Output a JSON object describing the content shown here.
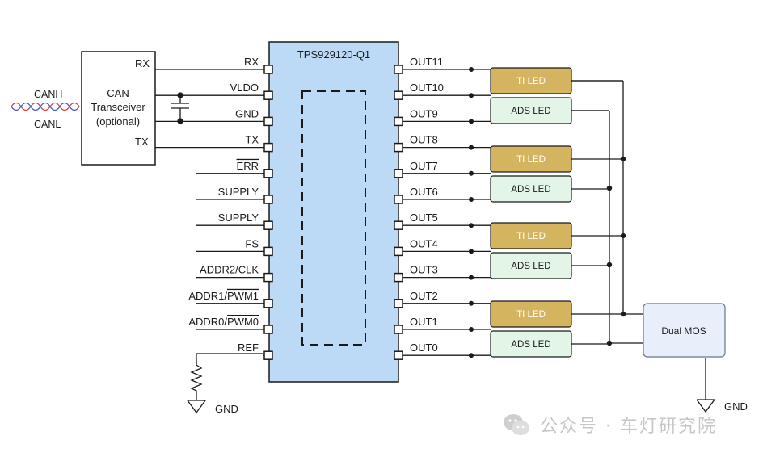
{
  "chip": {
    "title": "TPS929120-Q1",
    "left_pins": [
      "RX",
      "VLDO",
      "GND",
      "TX",
      "ERR",
      "SUPPLY",
      "SUPPLY",
      "FS",
      "ADDR2/CLK",
      "ADDR1/PWM1",
      "ADDR0/PWM0",
      "REF"
    ],
    "right_pins": [
      "OUT11",
      "OUT10",
      "OUT9",
      "OUT8",
      "OUT7",
      "OUT6",
      "OUT5",
      "OUT4",
      "OUT3",
      "OUT2",
      "OUT1",
      "OUT0"
    ]
  },
  "transceiver": {
    "pin_rx": "RX",
    "pin_tx": "TX",
    "line1": "CAN",
    "line2": "Transceiver",
    "line3": "(optional)",
    "canh": "CANH",
    "canl": "CANL"
  },
  "leds": {
    "ti_label": "TI LED",
    "ads_label": "ADS LED"
  },
  "mos": {
    "label": "Dual MOS"
  },
  "gnd_left": "GND",
  "gnd_right": "GND",
  "watermark": {
    "text": "公众号 · 车灯研究院"
  },
  "colors": {
    "chip_fill": "#bcd9f5",
    "ti_led": "#d4b45e",
    "ads_led": "#e2f5e6",
    "mos_fill": "#e9eefb"
  }
}
